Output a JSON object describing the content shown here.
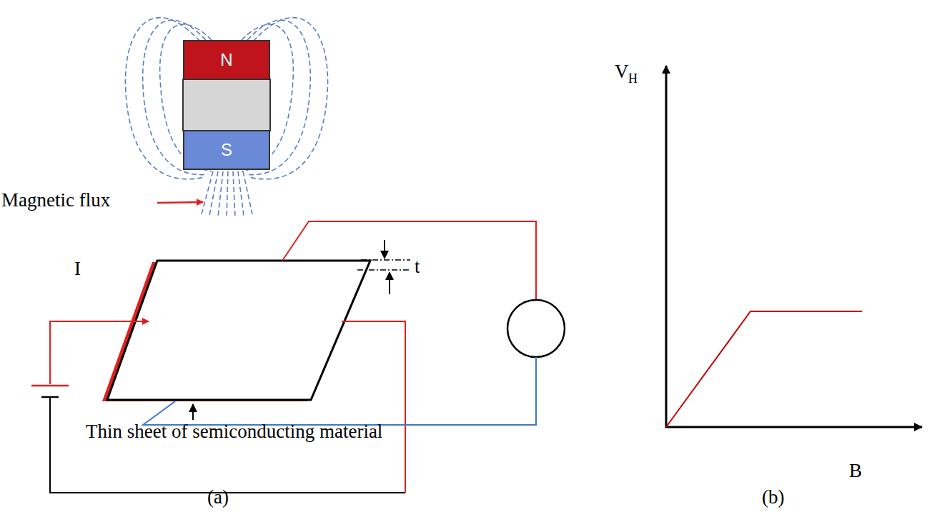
{
  "diagram": {
    "nodes": [
      {
        "text": [
          "N"
        ]
      },
      {
        "text": [
          "S"
        ]
      }
    ],
    "labels": [
      "Magnetic flux",
      "t",
      "I",
      "Thin sheet of semiconducting material",
      "(a)",
      "(b)",
      "V",
      "H",
      "B"
    ]
  }
}
